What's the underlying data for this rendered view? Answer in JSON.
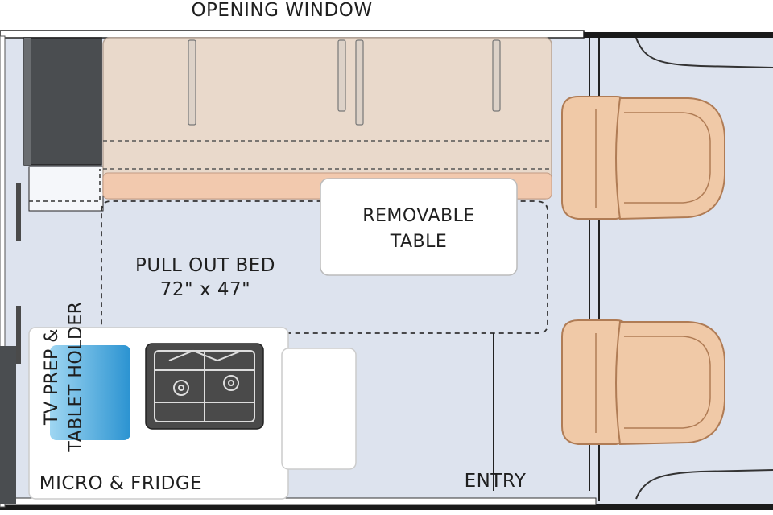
{
  "labels": {
    "opening_window": "OPENING WINDOW",
    "removable_table_line1": "REMOVABLE",
    "removable_table_line2": "TABLE",
    "pull_out_bed": "PULL OUT BED",
    "pull_out_bed_size": "72\" x 47\"",
    "tv_prep_line1": "TV PREP &",
    "tv_prep_line2": "TABLET HOLDER",
    "micro_fridge": "MICRO & FRIDGE",
    "entry": "ENTRY"
  },
  "colors": {
    "floor": "#dde3ee",
    "sofa": "#e9d9cb",
    "seat": "#f0c9a7",
    "seat_outline": "#b07c55",
    "appliance": "#4a4a4a",
    "tv_blue": "#3fa4dc",
    "wall": "#1a1a1a",
    "counter": "#ffffff"
  }
}
